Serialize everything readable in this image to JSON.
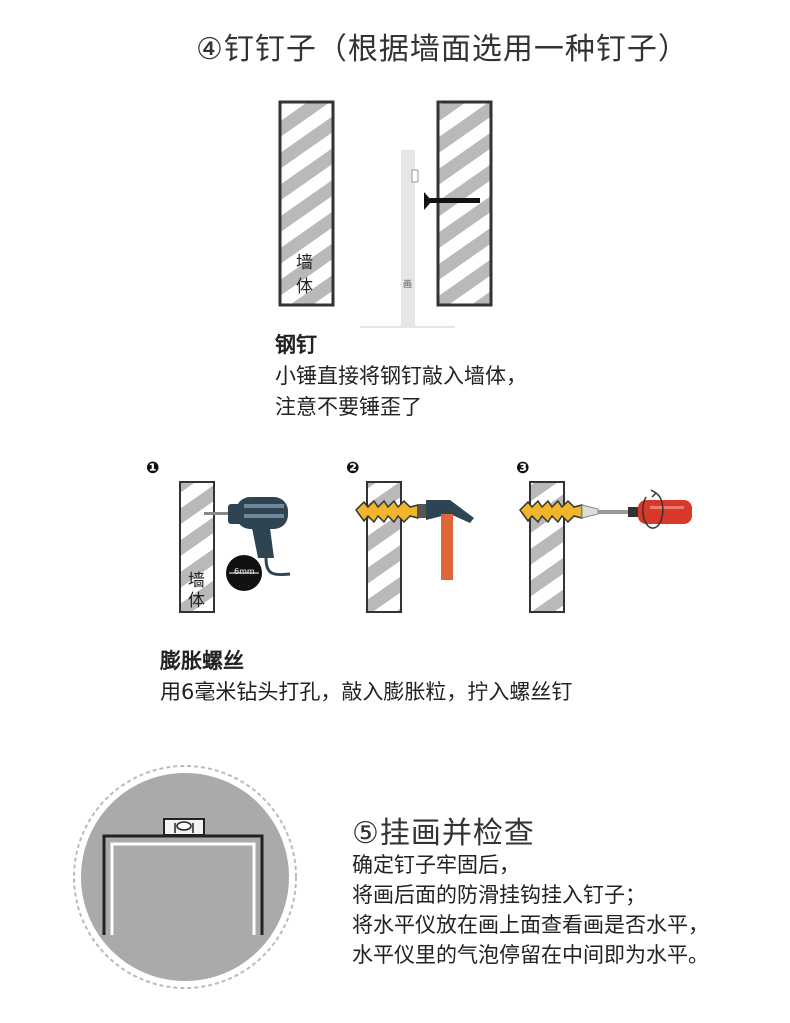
{
  "step4": {
    "title": "④钉钉子（根据墙面选用一种钉子）",
    "wall_label_1": "墙",
    "wall_label_2": "体",
    "painting_label": "画",
    "nail_heading": "钢钉",
    "nail_line1": "小锤直接将钢钉敲入墙体，",
    "nail_line2": "注意不要锤歪了"
  },
  "expansion": {
    "step1_number": "❶",
    "step2_number": "❷",
    "step3_number": "❸",
    "wall_label_1": "墙",
    "wall_label_2": "体",
    "drill_size": "6mm",
    "heading": "膨胀螺丝",
    "line": "用6毫米钻头打孔，敲入膨胀粒，拧入螺丝钉"
  },
  "step5": {
    "title": "⑤挂画并检查",
    "line1": "确定钉子牢固后，",
    "line2": "将画后面的防滑挂钩挂入钉子；",
    "line3": "将水平仪放在画上面查看画是否水平，",
    "line4": "水平仪里的气泡停留在中间即为水平。"
  },
  "colors": {
    "stripe": "#b9b9b9",
    "wall_border": "#333333",
    "painting": "#e6e6e6",
    "drill": "#2f4453",
    "hammer_handle": "#e0663a",
    "anchor": "#f0b52a",
    "screwdriver": "#d9392a",
    "circle_fill": "#aaaaaa"
  }
}
